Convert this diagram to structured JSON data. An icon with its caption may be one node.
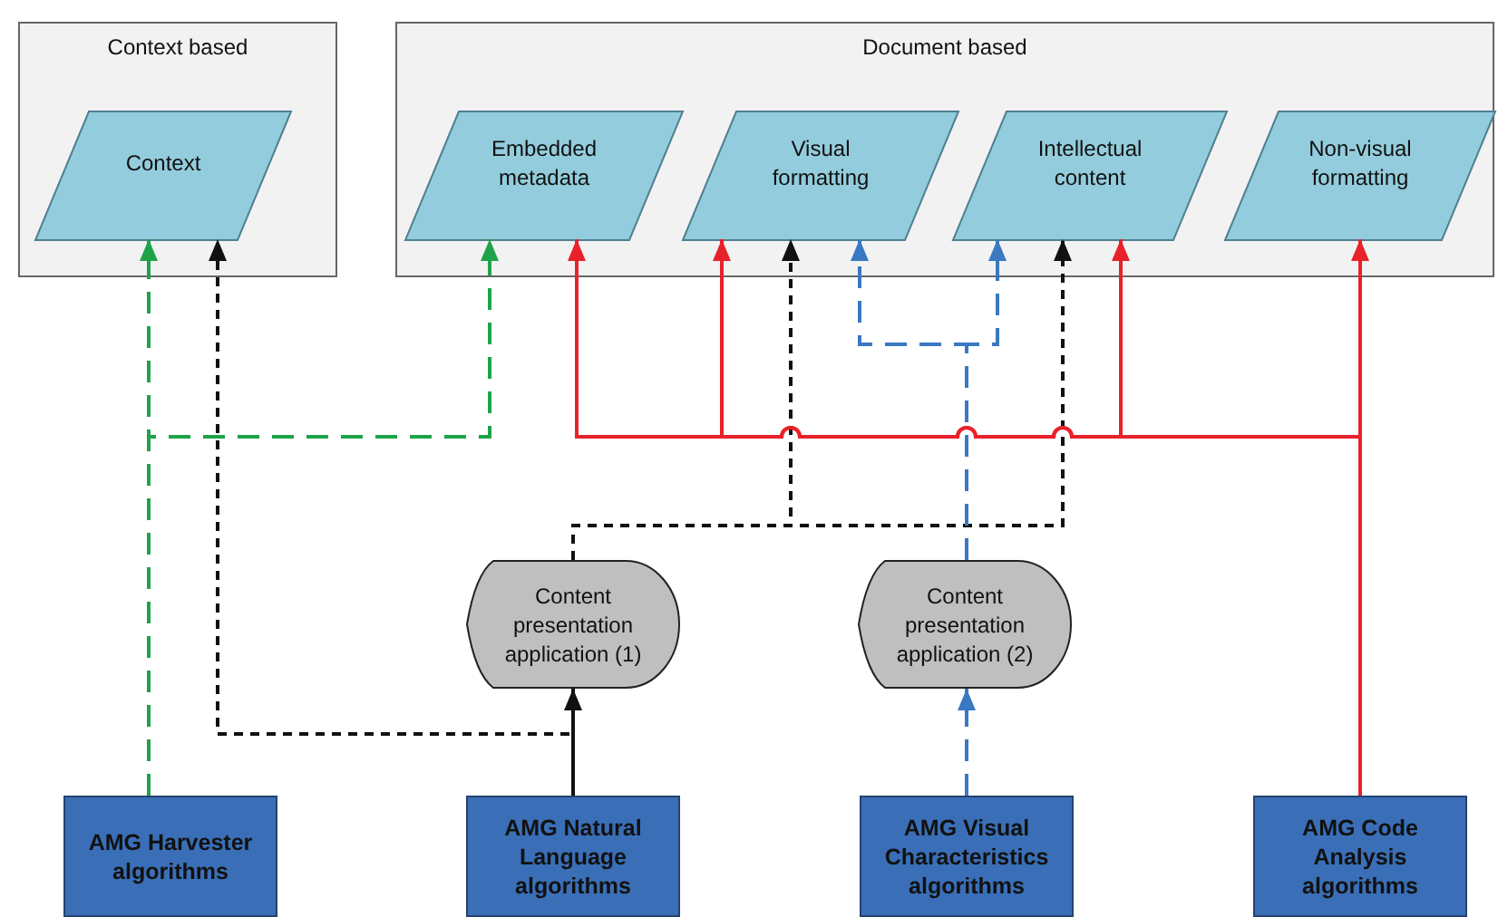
{
  "diagram": {
    "nodes": [
      {
        "text": [
          "Context based"
        ]
      },
      {
        "text": [
          "Context"
        ],
        "in": 0
      },
      {
        "text": [
          "Document based"
        ]
      },
      {
        "text": [
          "Embedded metadata"
        ],
        "in": 2
      },
      {
        "text": [
          "Visual formatting"
        ],
        "in": 2
      },
      {
        "text": [
          "Intellectual content"
        ],
        "in": 2
      },
      {
        "text": [
          "Non-visual formatting"
        ],
        "in": 2
      },
      {
        "text": [
          "Content presentation application (1)"
        ]
      },
      {
        "text": [
          "Content presentation application (2)"
        ]
      },
      {
        "text": [
          "AMG Harvester algorithms"
        ]
      },
      {
        "text": [
          "AMG Natural Language algorithms"
        ]
      },
      {
        "text": [
          "AMG Visual Characteristics algorithms"
        ]
      },
      {
        "text": [
          "AMG Code Analysis algorithms"
        ]
      }
    ],
    "edges": [
      {
        "from": 9,
        "to": 1,
        "arrow": "to",
        "style": "dashed",
        "color": "#1fa34a"
      },
      {
        "from": 9,
        "to": 3,
        "arrow": "to",
        "style": "dashed",
        "color": "#1fa34a"
      },
      {
        "from": 10,
        "to": 1,
        "arrow": "to",
        "style": "dashed"
      },
      {
        "from": 10,
        "to": 7,
        "arrow": "to"
      },
      {
        "from": 7,
        "to": 4,
        "arrow": "to",
        "style": "dashed"
      },
      {
        "from": 7,
        "to": 5,
        "arrow": "to",
        "style": "dashed"
      },
      {
        "from": 11,
        "to": 8,
        "arrow": "to",
        "style": "dashed",
        "color": "#3a78c2"
      },
      {
        "from": 8,
        "to": 4,
        "arrow": "to",
        "style": "dashed",
        "color": "#3a78c2"
      },
      {
        "from": 8,
        "to": 5,
        "arrow": "to",
        "style": "dashed",
        "color": "#3a78c2"
      },
      {
        "from": 12,
        "to": 3,
        "arrow": "to",
        "color": "#e8222a"
      },
      {
        "from": 12,
        "to": 4,
        "arrow": "to",
        "color": "#e8222a"
      },
      {
        "from": 12,
        "to": 5,
        "arrow": "to",
        "color": "#e8222a"
      },
      {
        "from": 12,
        "to": 6,
        "arrow": "to",
        "color": "#e8222a"
      }
    ]
  }
}
